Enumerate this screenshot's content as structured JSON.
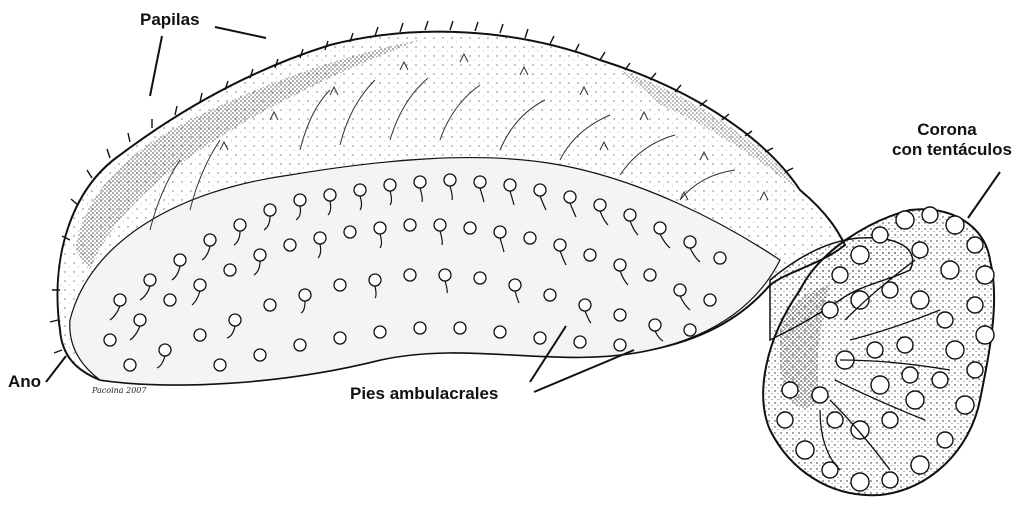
{
  "labels": {
    "papilas": "Papilas",
    "corona_line1": "Corona",
    "corona_line2": "con tentáculos",
    "ano": "Ano",
    "pies": "Pies ambulacrales"
  },
  "signature": "Pacoina 2007",
  "colors": {
    "ink": "#111111",
    "background": "#ffffff"
  }
}
